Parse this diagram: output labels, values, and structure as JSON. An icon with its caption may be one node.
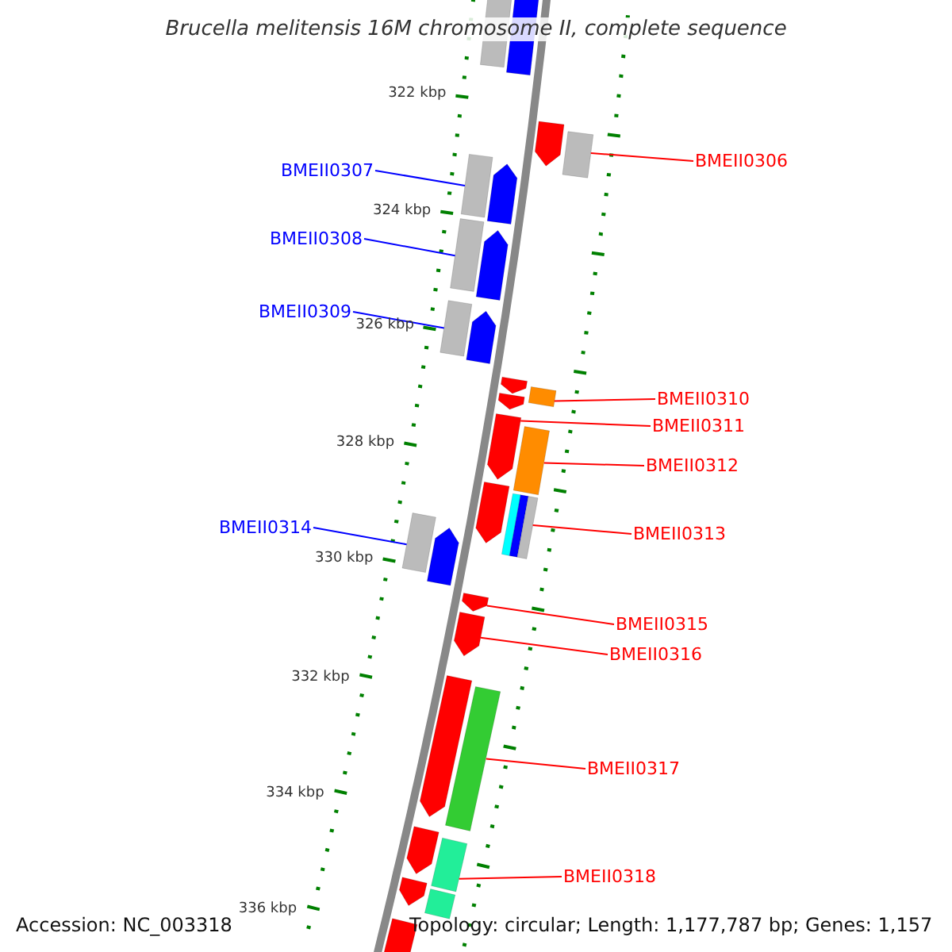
{
  "diagram": {
    "title": "Brucella melitensis 16M chromosome II, complete sequence",
    "nodes": [
      {
        "text": [
          "BMEII0306"
        ]
      },
      {
        "text": [
          "BMEII0307"
        ]
      },
      {
        "text": [
          "BMEII0308"
        ]
      },
      {
        "text": [
          "BMEII0309"
        ]
      },
      {
        "text": [
          "BMEII0310"
        ]
      },
      {
        "text": [
          "BMEII0311"
        ]
      },
      {
        "text": [
          "BMEII0312"
        ]
      },
      {
        "text": [
          "BMEII0313"
        ]
      },
      {
        "text": [
          "BMEII0314"
        ]
      },
      {
        "text": [
          "BMEII0315"
        ]
      },
      {
        "text": [
          "BMEII0316"
        ]
      },
      {
        "text": [
          "BMEII0317"
        ]
      },
      {
        "text": [
          "BMEII0318"
        ]
      },
      {
        "text": [],
        "shape": "arrow"
      },
      {
        "text": [],
        "shape": "arrow"
      },
      {
        "text": [],
        "shape": "arrow"
      },
      {
        "text": [],
        "shape": "arrow"
      },
      {
        "text": [],
        "shape": "arrow"
      },
      {
        "text": [],
        "shape": "arrow"
      },
      {
        "text": [],
        "shape": "bar"
      },
      {
        "text": [],
        "shape": "arrow"
      },
      {
        "text": [],
        "shape": "arrow"
      },
      {
        "text": [],
        "shape": "arrow"
      },
      {
        "text": [],
        "shape": "arrow"
      },
      {
        "text": [],
        "shape": "arrow"
      },
      {
        "text": [],
        "shape": "arrow"
      },
      {
        "text": [],
        "shape": "arrow"
      },
      {
        "text": [],
        "shape": "arrow"
      }
    ],
    "edges": [
      {
        "from": 0,
        "to": 13,
        "arrow": "none"
      },
      {
        "from": 1,
        "to": 14,
        "arrow": "none",
        "color": "#0000ff"
      },
      {
        "from": 2,
        "to": 15,
        "arrow": "none",
        "color": "#0000ff"
      },
      {
        "from": 3,
        "to": 16,
        "arrow": "none",
        "color": "#0000ff"
      },
      {
        "from": 4,
        "to": 17,
        "arrow": "none"
      },
      {
        "from": 5,
        "to": 18,
        "arrow": "none"
      },
      {
        "from": 6,
        "to": 19,
        "arrow": "none"
      },
      {
        "from": 7,
        "to": 20,
        "arrow": "none"
      },
      {
        "from": 8,
        "to": 21,
        "arrow": "none",
        "color": "#0000ff"
      },
      {
        "from": 9,
        "to": 22,
        "arrow": "none"
      },
      {
        "from": 10,
        "to": 23,
        "arrow": "none"
      },
      {
        "from": 11,
        "to": 24,
        "arrow": "none"
      },
      {
        "from": 12,
        "to": 25,
        "arrow": "none"
      }
    ],
    "labels": [
      "322 kbp",
      "324 kbp",
      "326 kbp",
      "328 kbp",
      "330 kbp",
      "332 kbp",
      "334 kbp",
      "336 kbp",
      "Accession: NC_003318",
      "Topology: circular; Length: 1,177,787 bp; Genes: 1,157"
    ]
  }
}
